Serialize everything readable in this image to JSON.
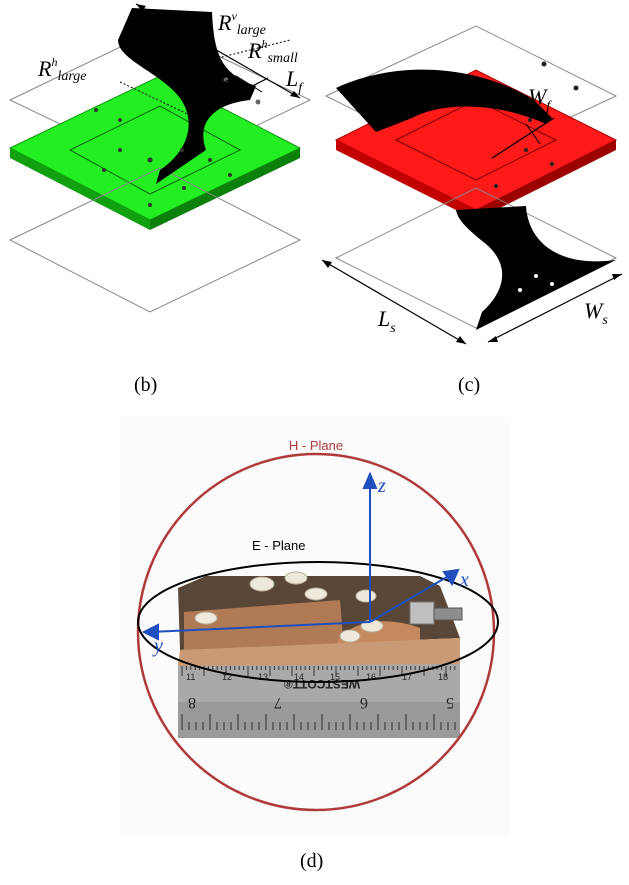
{
  "panel_b": {
    "caption": "(b)",
    "substrate_color": "#22ee22",
    "labels": {
      "r_large_v_base": "R",
      "r_large_v_sup": "v",
      "r_large_v_sub": "large",
      "r_small_h_base": "R",
      "r_small_h_sup": "h",
      "r_small_h_sub": "small",
      "r_large_h_base": "R",
      "r_large_h_sup": "h",
      "r_large_h_sub": "large",
      "lf_base": "L",
      "lf_sub": "f"
    }
  },
  "panel_c": {
    "caption": "(c)",
    "substrate_color": "#ff1a1a",
    "labels": {
      "wf_base": "W",
      "wf_sub": "f",
      "ls_base": "L",
      "ls_sub": "s",
      "ws_base": "W",
      "ws_sub": "s"
    }
  },
  "panel_d": {
    "caption": "(d)",
    "h_plane_label": "H - Plane",
    "e_plane_label": "E - Plane",
    "axis_x": "x",
    "axis_y": "y",
    "axis_z": "z",
    "ruler_brand": "WESTCOTT®",
    "ruler_top_numbers": [
      "11",
      "12",
      "13",
      "14",
      "15",
      "16",
      "17",
      "18"
    ],
    "ruler_bottom_numbers": [
      "8",
      "7",
      "6",
      "5"
    ],
    "h_plane_color": "#b03a3a",
    "axis_color": "#1f4fbf"
  }
}
